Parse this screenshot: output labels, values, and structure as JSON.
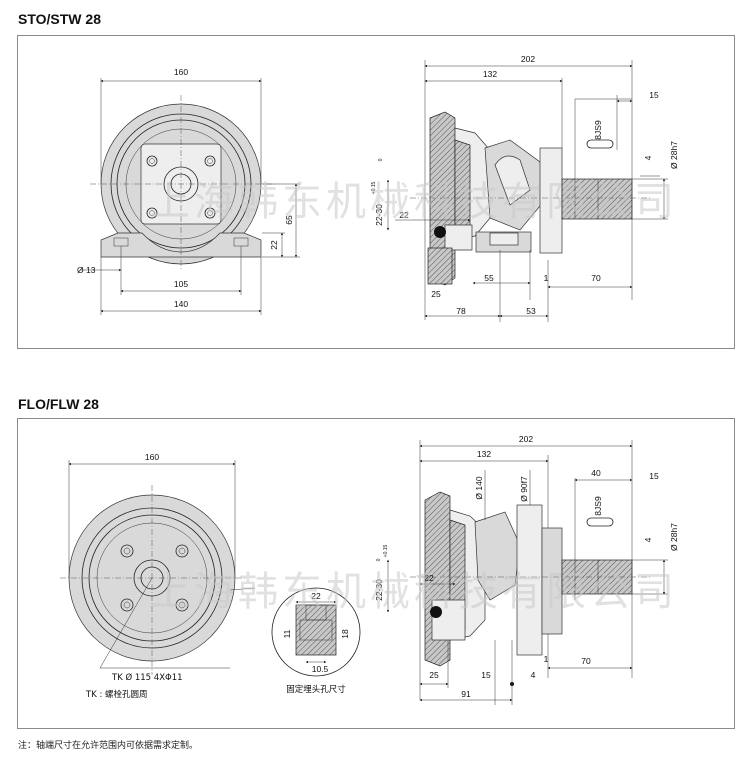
{
  "sections": [
    {
      "title": "STO/STW 28",
      "dims_front": [
        "160",
        "65",
        "22",
        "Ø 13",
        "105",
        "140"
      ],
      "dims_side": [
        "202",
        "132",
        "15",
        "8JS9",
        "4",
        "Ø 28h7",
        "22-30",
        "+0.15",
        "0",
        "22",
        "55",
        "1",
        "70",
        "25",
        "78",
        "53"
      ]
    },
    {
      "title": "FLO/FLW 28",
      "dims_front": [
        "160",
        "TK Ø 115  4XΦ11",
        "TK :   螺栓孔圆周"
      ],
      "detail": {
        "top": "22",
        "left": "11",
        "right": "18",
        "bottom": "10.5",
        "caption": "固定埋头孔尺寸"
      },
      "dims_side": [
        "202",
        "132",
        "40",
        "15",
        "Ø 140",
        "Ø 90f7",
        "8JS9",
        "4",
        "Ø 28h7",
        "22-30",
        "+0.15",
        "0",
        "22",
        "1",
        "70",
        "25",
        "15",
        "4",
        "91"
      ]
    }
  ],
  "watermark": "上海韩东机械科技有限公司",
  "footnote": "注：轴端尺寸在允许范围内可依据需求定制。"
}
